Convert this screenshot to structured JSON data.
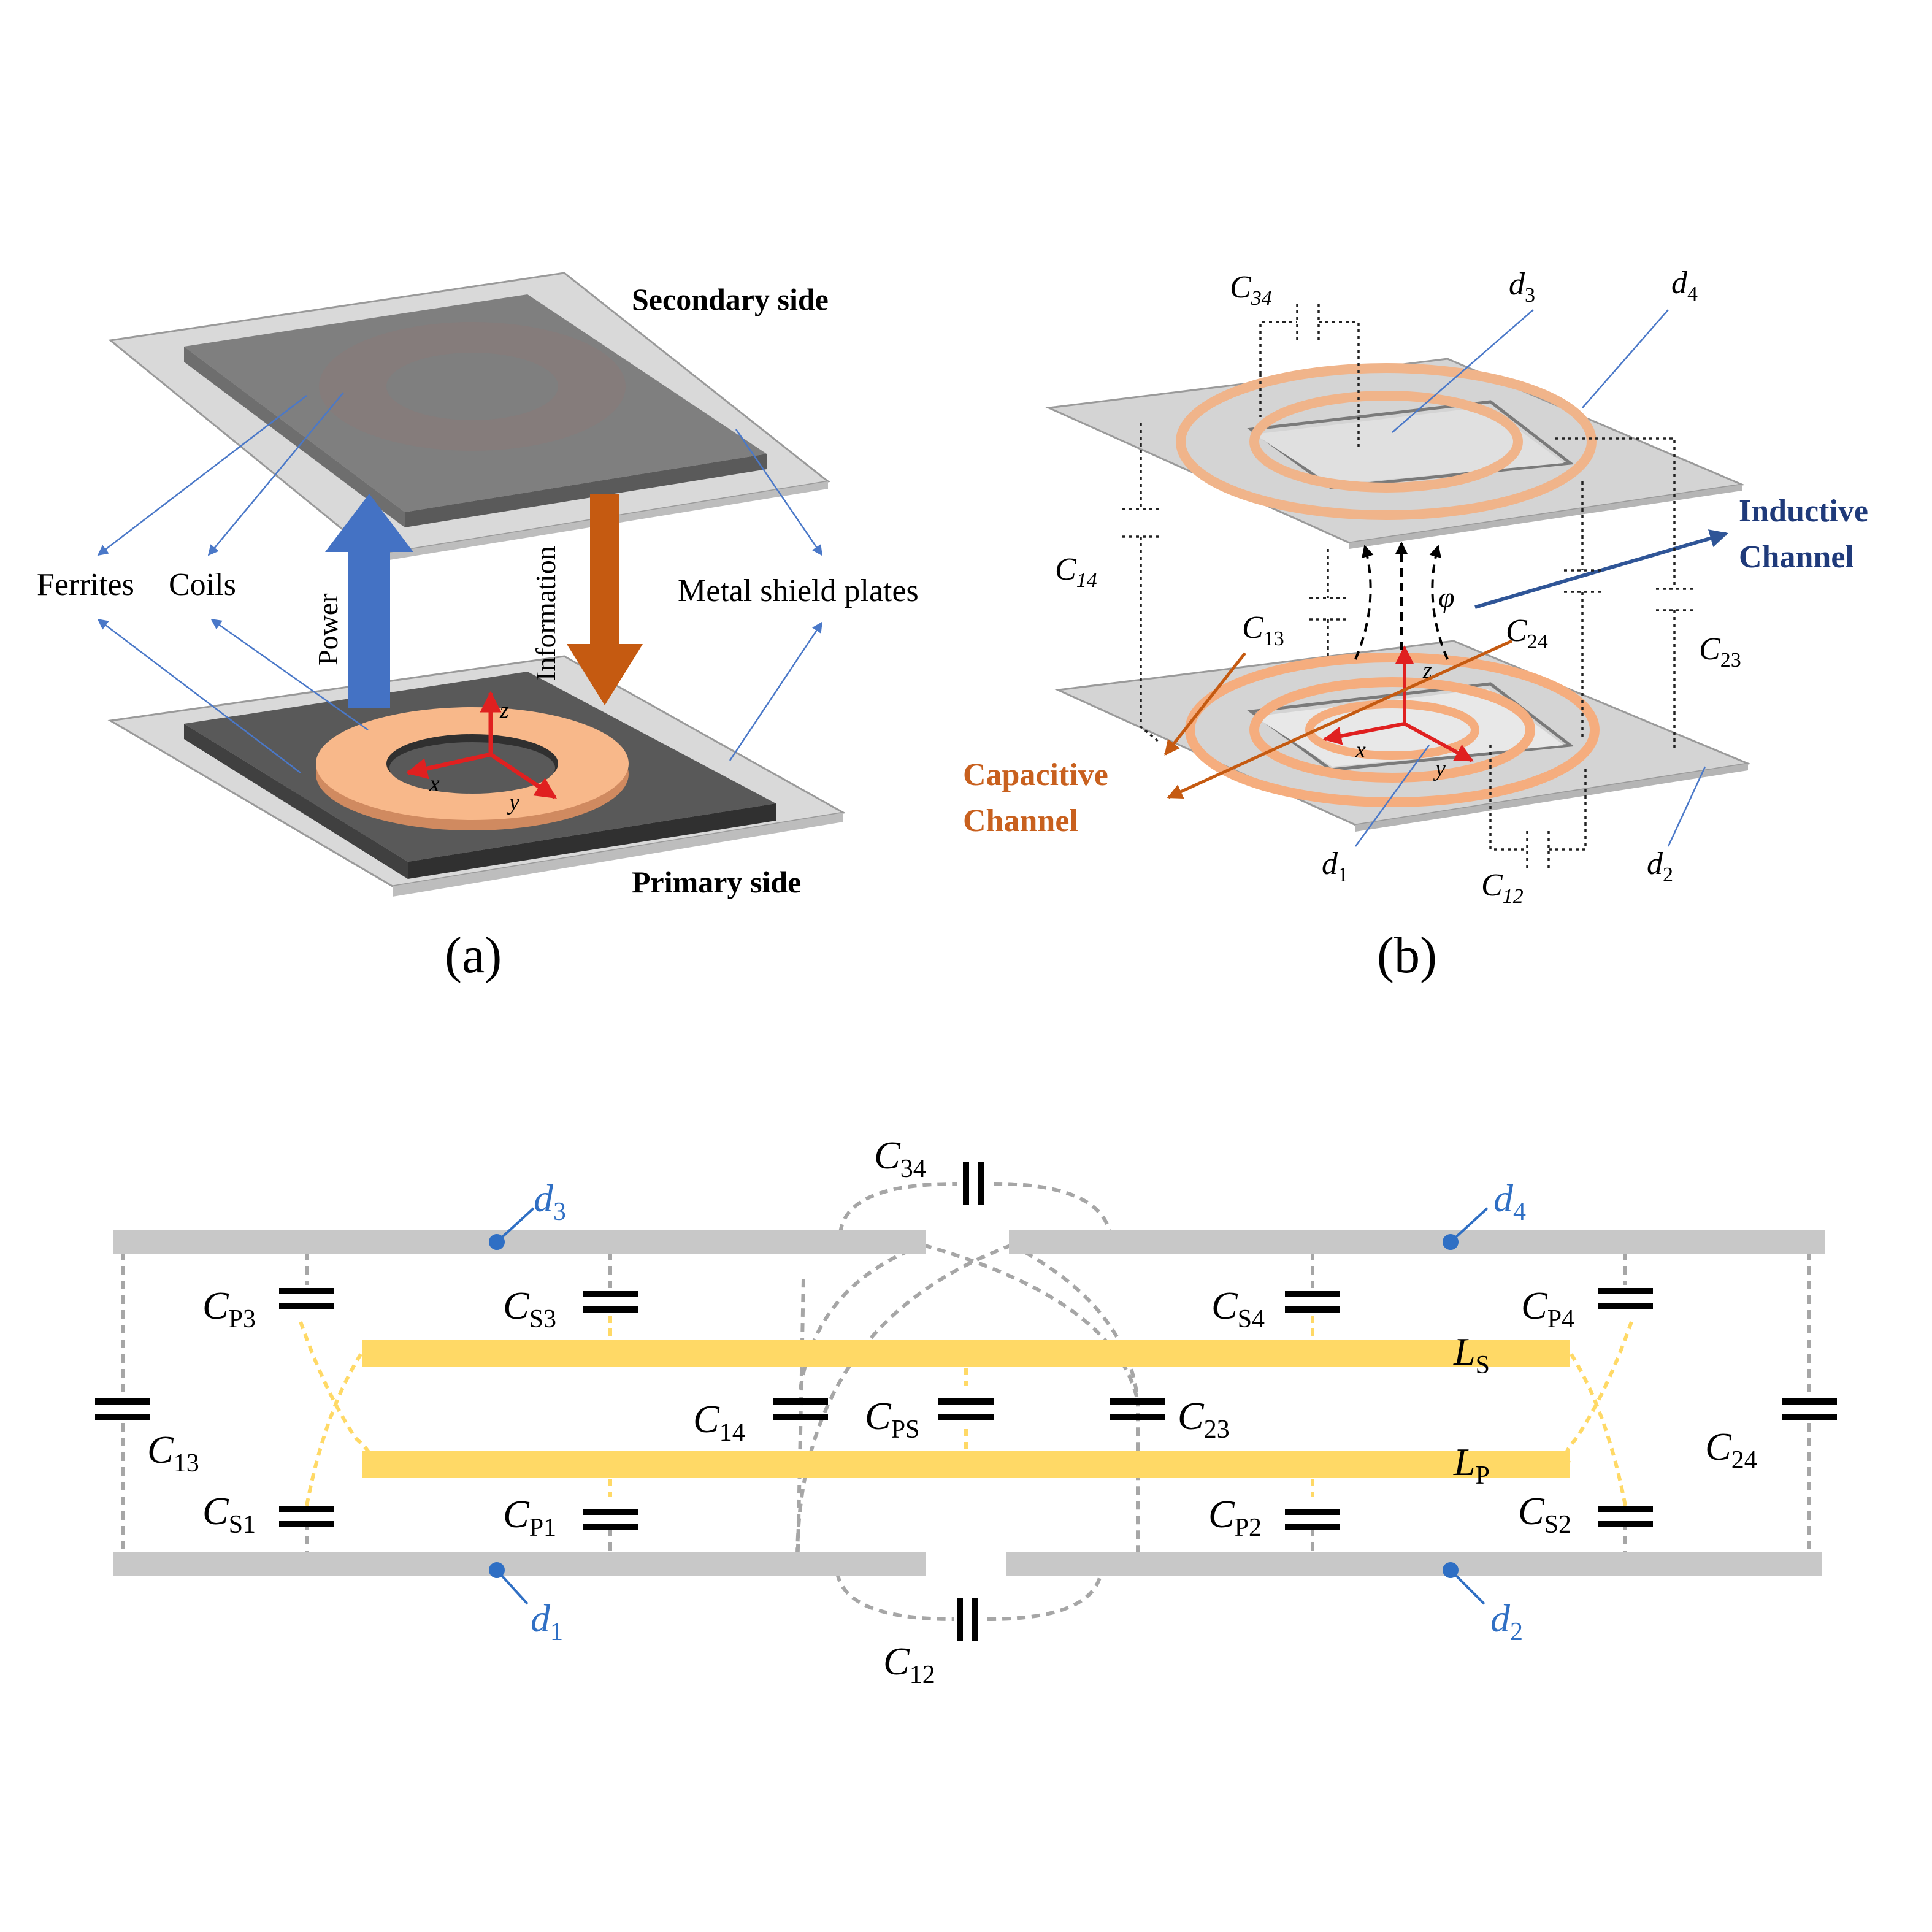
{
  "panel_a": {
    "caption": "(a)",
    "secondary_side": "Secondary side",
    "primary_side": "Primary side",
    "ferrites": "Ferrites",
    "coils": "Coils",
    "metal_shield_plates": "Metal shield plates",
    "power": "Power",
    "information": "Information",
    "axes": {
      "x": "x",
      "y": "y",
      "z": "z"
    }
  },
  "panel_b": {
    "caption": "(b)",
    "inductive_channel": [
      "Inductive",
      "Channel"
    ],
    "capacitive_channel": [
      "Capacitive",
      "Channel"
    ],
    "phi": "φ",
    "axes": {
      "x": "x",
      "y": "y",
      "z": "z"
    },
    "plates": {
      "d1": {
        "main": "d",
        "sub": "1"
      },
      "d2": {
        "main": "d",
        "sub": "2"
      },
      "d3": {
        "main": "d",
        "sub": "3"
      },
      "d4": {
        "main": "d",
        "sub": "4"
      }
    },
    "caps": {
      "C34": {
        "main": "C",
        "sub": "34"
      },
      "C14": {
        "main": "C",
        "sub": "14"
      },
      "C13": {
        "main": "C",
        "sub": "13"
      },
      "C24": {
        "main": "C",
        "sub": "24"
      },
      "C23": {
        "main": "C",
        "sub": "23"
      },
      "C12": {
        "main": "C",
        "sub": "12"
      }
    }
  },
  "circuit": {
    "plates": {
      "d3": {
        "main": "d",
        "sub": "3"
      },
      "d4": {
        "main": "d",
        "sub": "4"
      },
      "d1": {
        "main": "d",
        "sub": "1"
      },
      "d2": {
        "main": "d",
        "sub": "2"
      }
    },
    "inductors": {
      "LS": {
        "main": "L",
        "sub": "S"
      },
      "LP": {
        "main": "L",
        "sub": "P"
      }
    },
    "caps": {
      "C34": {
        "main": "C",
        "sub": "34"
      },
      "C12": {
        "main": "C",
        "sub": "12"
      },
      "CP3": {
        "main": "C",
        "sub": "P3"
      },
      "CS3": {
        "main": "C",
        "sub": "S3"
      },
      "CS4": {
        "main": "C",
        "sub": "S4"
      },
      "CP4": {
        "main": "C",
        "sub": "P4"
      },
      "C13": {
        "main": "C",
        "sub": "13"
      },
      "C14": {
        "main": "C",
        "sub": "14"
      },
      "CPS": {
        "main": "C",
        "sub": "PS"
      },
      "C23": {
        "main": "C",
        "sub": "23"
      },
      "C24": {
        "main": "C",
        "sub": "24"
      },
      "CS1": {
        "main": "C",
        "sub": "S1"
      },
      "CP1": {
        "main": "C",
        "sub": "P1"
      },
      "CP2": {
        "main": "C",
        "sub": "P2"
      },
      "CS2": {
        "main": "C",
        "sub": "S2"
      }
    }
  },
  "colors": {
    "plate_gray": "#c8c8c8",
    "ferrite_dark": "#595959",
    "coil_orange": "#f8b88a",
    "power_blue": "#4472c4",
    "info_orange": "#c55a11",
    "trace_yellow": "#ffd966",
    "label_blue": "#2f6fc4",
    "inductive_navy": "#2f5597"
  }
}
